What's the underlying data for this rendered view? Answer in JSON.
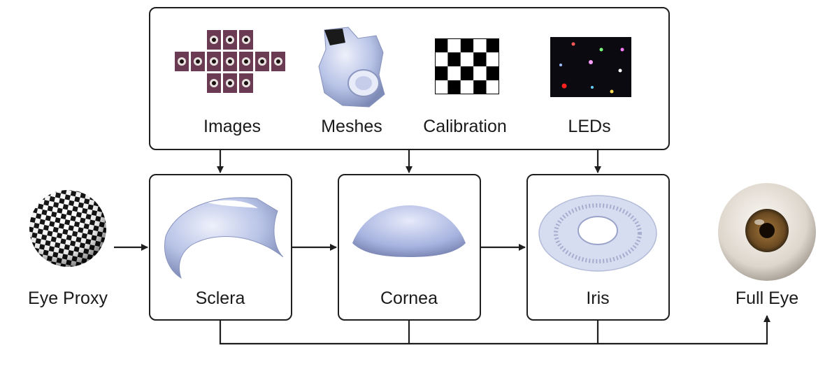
{
  "inputs": {
    "images": "Images",
    "meshes": "Meshes",
    "calibration": "Calibration",
    "leds": "LEDs"
  },
  "stages": {
    "sclera": "Sclera",
    "cornea": "Cornea",
    "iris": "Iris"
  },
  "endpoints": {
    "proxy": "Eye Proxy",
    "full_eye": "Full Eye"
  },
  "colors": {
    "stroke": "#1e1e1e",
    "mesh_blue": "#b8c3e6",
    "iris_brown": "#6b4a22"
  }
}
